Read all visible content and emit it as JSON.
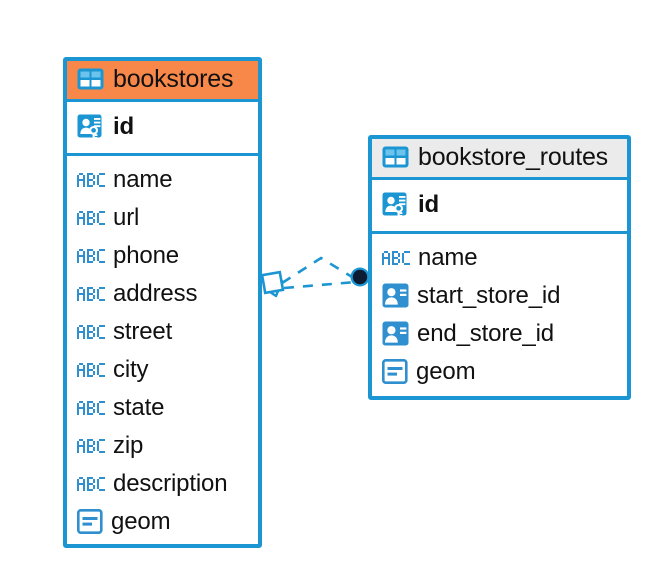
{
  "diagram": {
    "type": "entity-relationship-diagram",
    "background_color": "#ffffff",
    "accent_color": "#1b96d3",
    "highlight_color": "#f7884a",
    "header_neutral_color": "#ebebeb",
    "text_color": "#111111"
  },
  "entities": [
    {
      "id": "bookstores",
      "name": "bookstores",
      "selected": true,
      "header_background": "#f7884a",
      "icon": "table-icon",
      "primary_keys": [
        {
          "name": "id",
          "icon": "primary-key-icon"
        }
      ],
      "columns": [
        {
          "name": "name",
          "icon": "abc-text-icon"
        },
        {
          "name": "url",
          "icon": "abc-text-icon"
        },
        {
          "name": "phone",
          "icon": "abc-text-icon"
        },
        {
          "name": "address",
          "icon": "abc-text-icon"
        },
        {
          "name": "street",
          "icon": "abc-text-icon"
        },
        {
          "name": "city",
          "icon": "abc-text-icon"
        },
        {
          "name": "state",
          "icon": "abc-text-icon"
        },
        {
          "name": "zip",
          "icon": "abc-text-icon"
        },
        {
          "name": "description",
          "icon": "abc-text-icon"
        },
        {
          "name": "geom",
          "icon": "geometry-icon"
        }
      ]
    },
    {
      "id": "bookstore_routes",
      "name": "bookstore_routes",
      "selected": false,
      "header_background": "#ebebeb",
      "icon": "table-icon",
      "primary_keys": [
        {
          "name": "id",
          "icon": "primary-key-icon"
        }
      ],
      "columns": [
        {
          "name": "name",
          "icon": "abc-text-icon"
        },
        {
          "name": "start_store_id",
          "icon": "foreign-key-icon"
        },
        {
          "name": "end_store_id",
          "icon": "foreign-key-icon"
        },
        {
          "name": "geom",
          "icon": "geometry-icon"
        }
      ]
    }
  ],
  "relationships": [
    {
      "id": "bookstores-to-bookstore_routes",
      "from": "bookstores",
      "to": "bookstore_routes",
      "line_style": "dashed",
      "line_color": "#1b96d3",
      "source_marker": "diamond-handle",
      "target_marker": "filled-circle-endpoint"
    }
  ]
}
